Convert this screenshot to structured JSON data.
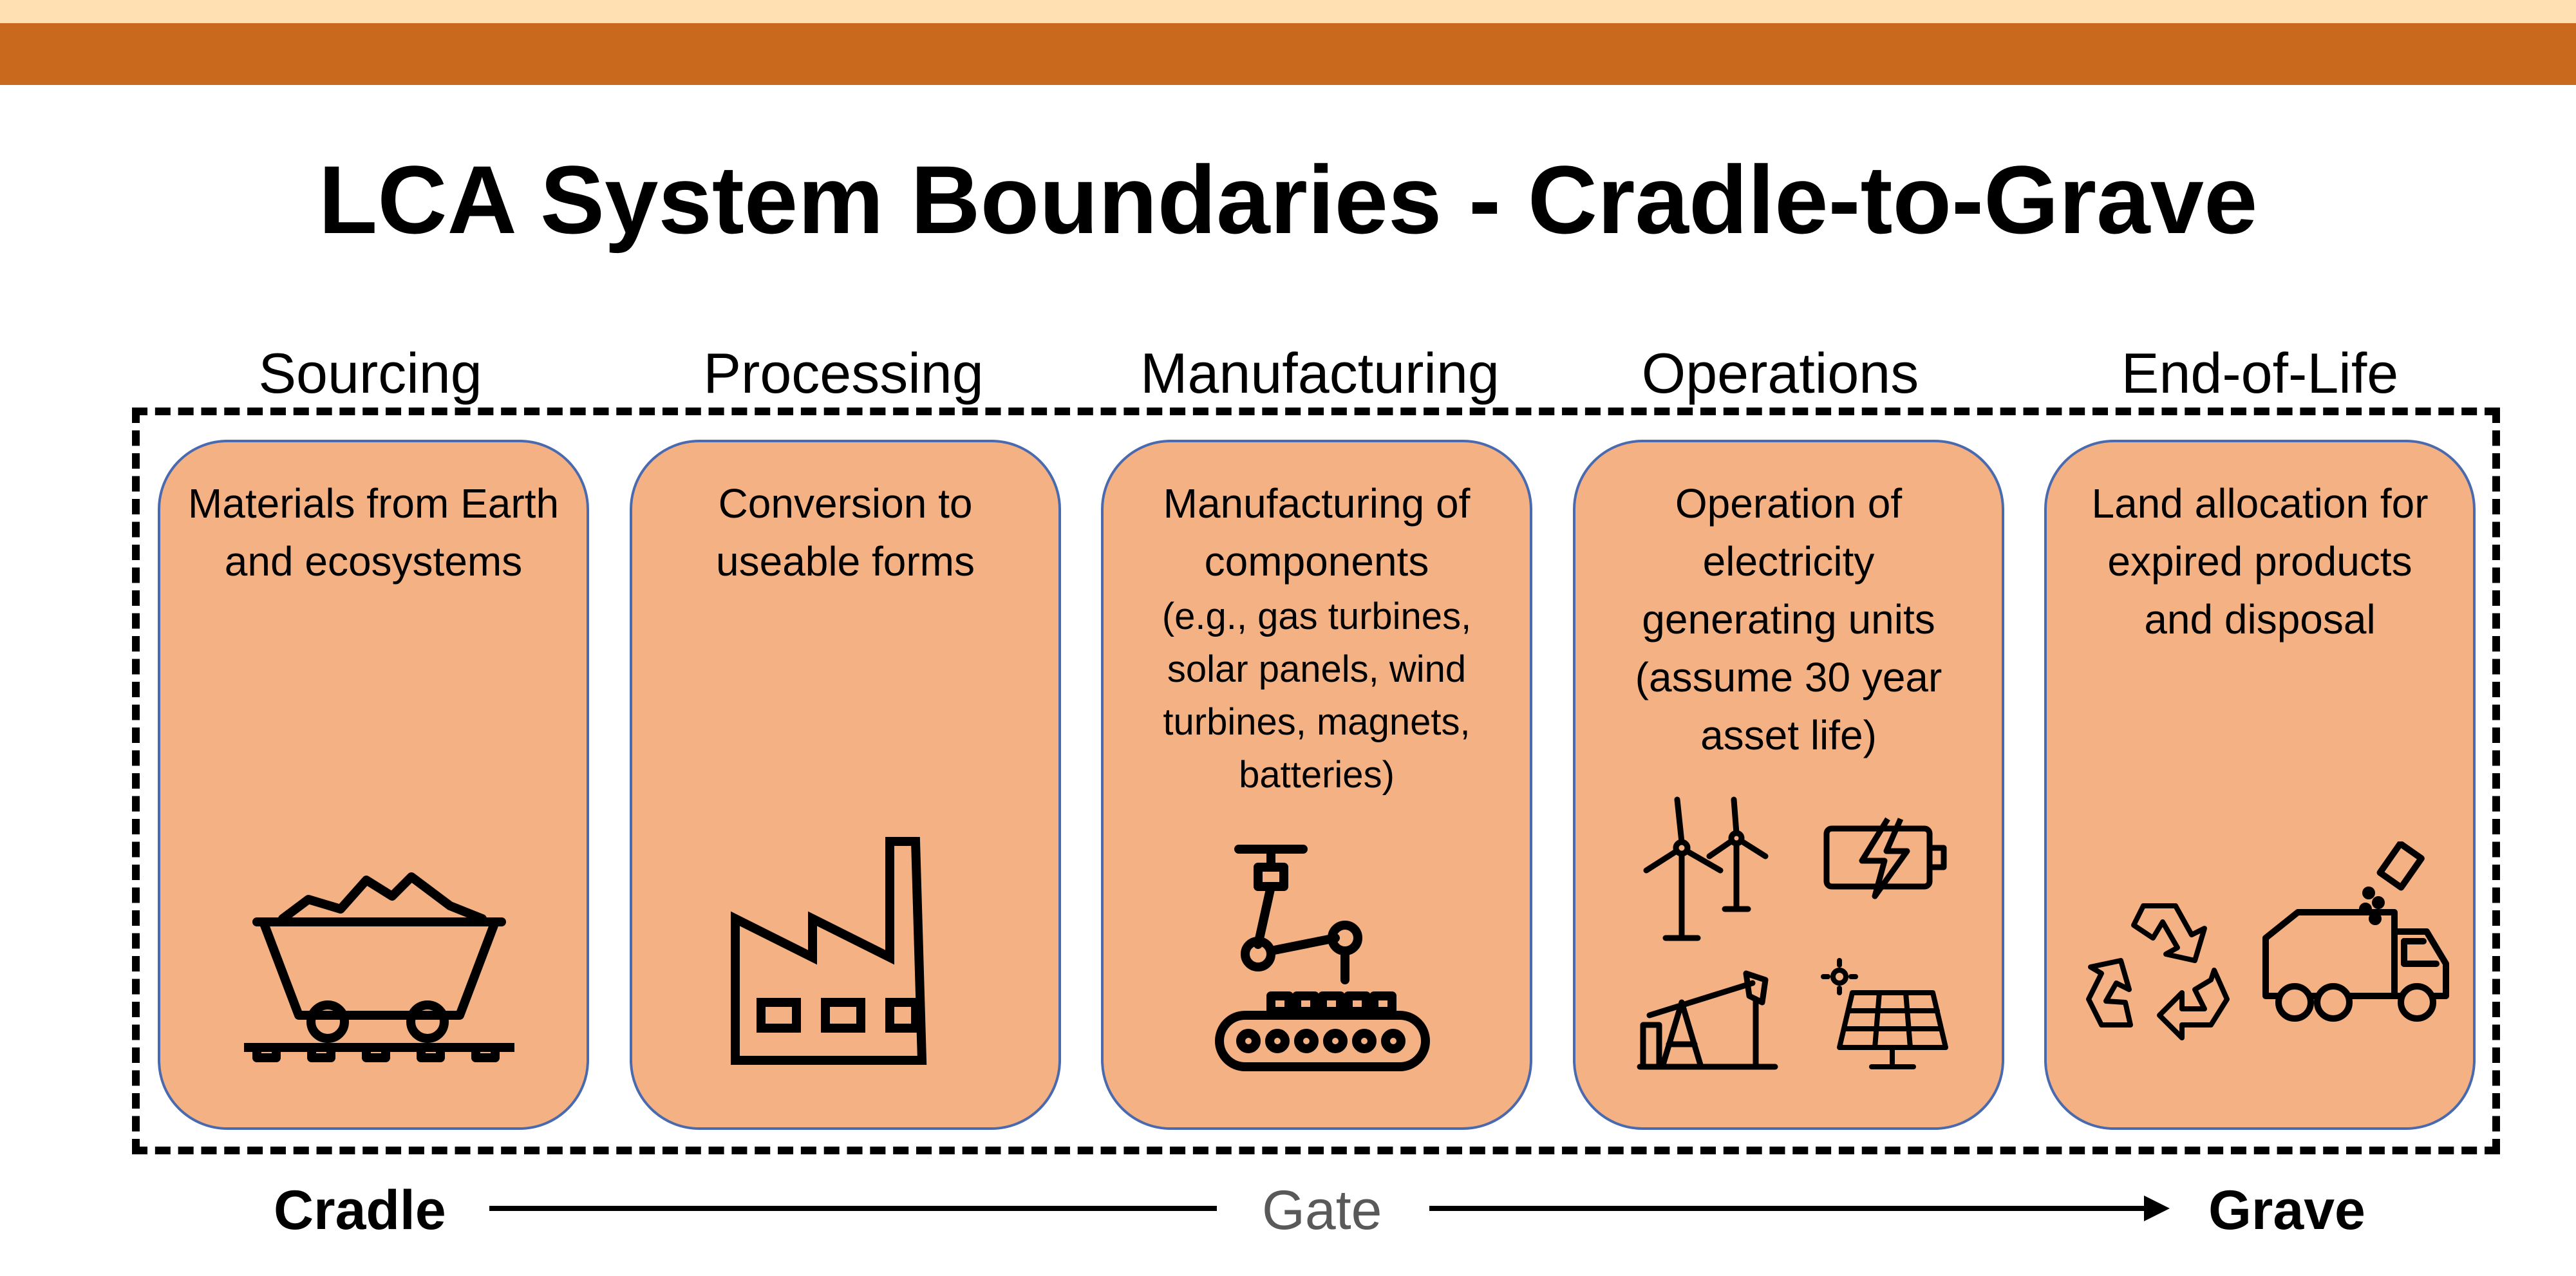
{
  "title": "LCA System Boundaries - Cradle-to-Grave",
  "colors": {
    "top_band_light": "#ffe0b3",
    "top_band_dark": "#c8691e",
    "card_fill": "#f4b183",
    "card_border": "#4a6ab0",
    "gate_text": "#595959"
  },
  "stages": [
    {
      "label": "Sourcing",
      "text": "Materials from Earth and ecosystems",
      "subtext": "",
      "icons": [
        "mine-cart-icon"
      ]
    },
    {
      "label": "Processing",
      "text": "Conversion to useable forms",
      "subtext": "",
      "icons": [
        "factory-icon"
      ]
    },
    {
      "label": "Manufacturing",
      "text": "Manufacturing of components",
      "subtext": "(e.g., gas turbines, solar panels, wind turbines, magnets, batteries)",
      "icons": [
        "robotic-arm-conveyor-icon"
      ]
    },
    {
      "label": "Operations",
      "text": "Operation of electricity generating units (assume 30 year asset life)",
      "subtext": "",
      "icons": [
        "wind-turbines-icon",
        "battery-charging-icon",
        "oil-pump-jack-icon",
        "solar-panel-icon"
      ]
    },
    {
      "label": "End-of-Life",
      "text": "Land allocation for expired products and disposal",
      "subtext": "",
      "icons": [
        "recycle-icon",
        "garbage-truck-icon"
      ]
    }
  ],
  "timeline": {
    "start": "Cradle",
    "middle": "Gate",
    "end": "Grave"
  }
}
